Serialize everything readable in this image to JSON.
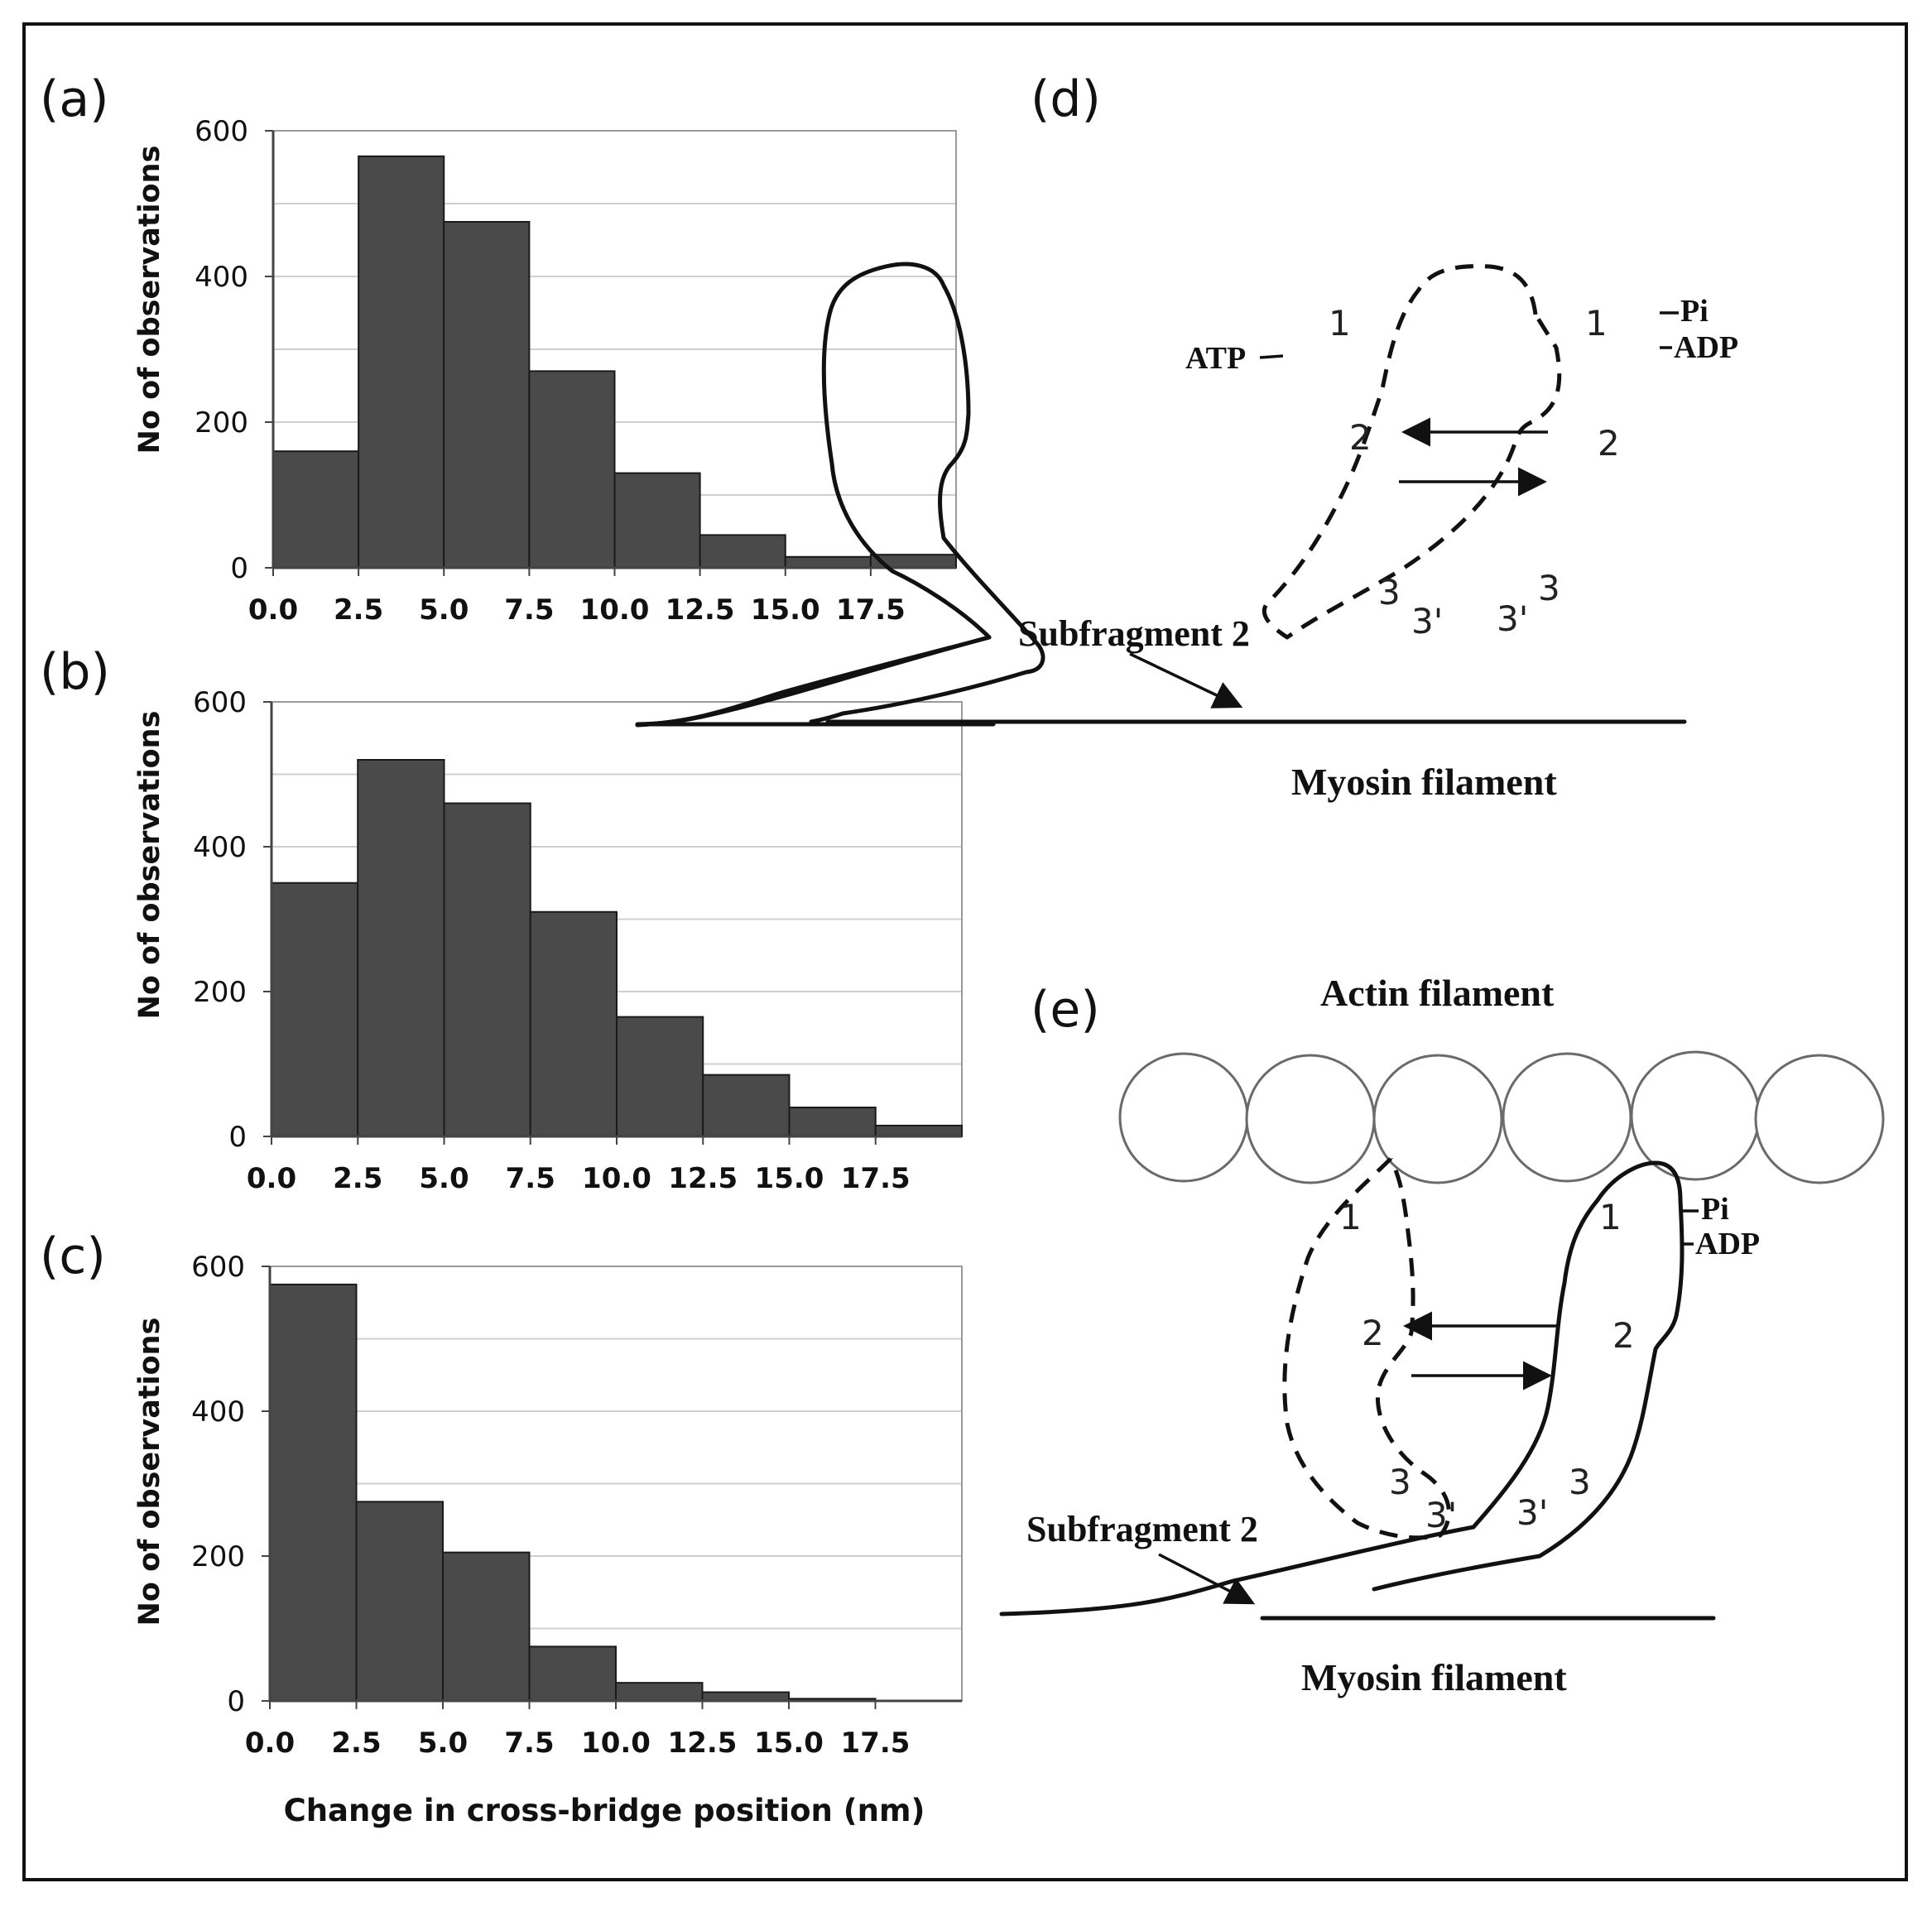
{
  "chart_data": [
    {
      "type": "bar",
      "panel_label": "(a)",
      "categories": [
        "0.0",
        "2.5",
        "5.0",
        "7.5",
        "10.0",
        "12.5",
        "15.0",
        "17.5"
      ],
      "x_bin_edges": [
        0,
        2.5,
        5,
        7.5,
        10,
        12.5,
        15,
        17.5,
        20
      ],
      "values": [
        160,
        565,
        475,
        270,
        130,
        45,
        15,
        18
      ],
      "xlabel": "",
      "ylabel": "No of observations",
      "y_ticks": [
        "0",
        "200",
        "400",
        "600"
      ],
      "ylim": [
        0,
        600
      ],
      "grid": true
    },
    {
      "type": "bar",
      "panel_label": "(b)",
      "categories": [
        "0.0",
        "2.5",
        "5.0",
        "7.5",
        "10.0",
        "12.5",
        "15.0",
        "17.5"
      ],
      "x_bin_edges": [
        0,
        2.5,
        5,
        7.5,
        10,
        12.5,
        15,
        17.5,
        20
      ],
      "values": [
        350,
        520,
        460,
        310,
        165,
        85,
        40,
        15
      ],
      "xlabel": "",
      "ylabel": "No of observations",
      "y_ticks": [
        "0",
        "200",
        "400",
        "600"
      ],
      "ylim": [
        0,
        600
      ],
      "grid": true
    },
    {
      "type": "bar",
      "panel_label": "(c)",
      "categories": [
        "0.0",
        "2.5",
        "5.0",
        "7.5",
        "10.0",
        "12.5",
        "15.0",
        "17.5"
      ],
      "x_bin_edges": [
        0,
        2.5,
        5,
        7.5,
        10,
        12.5,
        15,
        17.5,
        20
      ],
      "values": [
        575,
        275,
        205,
        75,
        25,
        12,
        3,
        0
      ],
      "xlabel": "Change in cross-bridge position (nm)",
      "ylabel": "No of observations",
      "y_ticks": [
        "0",
        "200",
        "400",
        "600"
      ],
      "ylim": [
        0,
        600
      ],
      "grid": true
    }
  ],
  "diagram_d": {
    "panel_label": "(d)",
    "atp_label": "ATP",
    "pi_label": "Pi",
    "adp_label": "ADP",
    "site_1": "1",
    "site_2": "2",
    "site_3": "3",
    "site_3_prime": "3'",
    "dashed_site_1": "1",
    "dashed_site_2": "2",
    "dashed_site_3": "3",
    "dashed_site_3_prime": "3'",
    "subfragment_label": "Subfragment 2",
    "filament_label": "Myosin filament"
  },
  "diagram_e": {
    "panel_label": "(e)",
    "actin_label": "Actin filament",
    "pi_label": "Pi",
    "adp_label": "ADP",
    "site_1": "1",
    "site_2": "2",
    "site_3": "3",
    "site_3_prime": "3'",
    "dashed_site_1": "1",
    "dashed_site_2": "2",
    "dashed_site_3": "3",
    "dashed_site_3_prime": "3'",
    "subfragment_label": "Subfragment 2",
    "filament_label": "Myosin filament"
  }
}
